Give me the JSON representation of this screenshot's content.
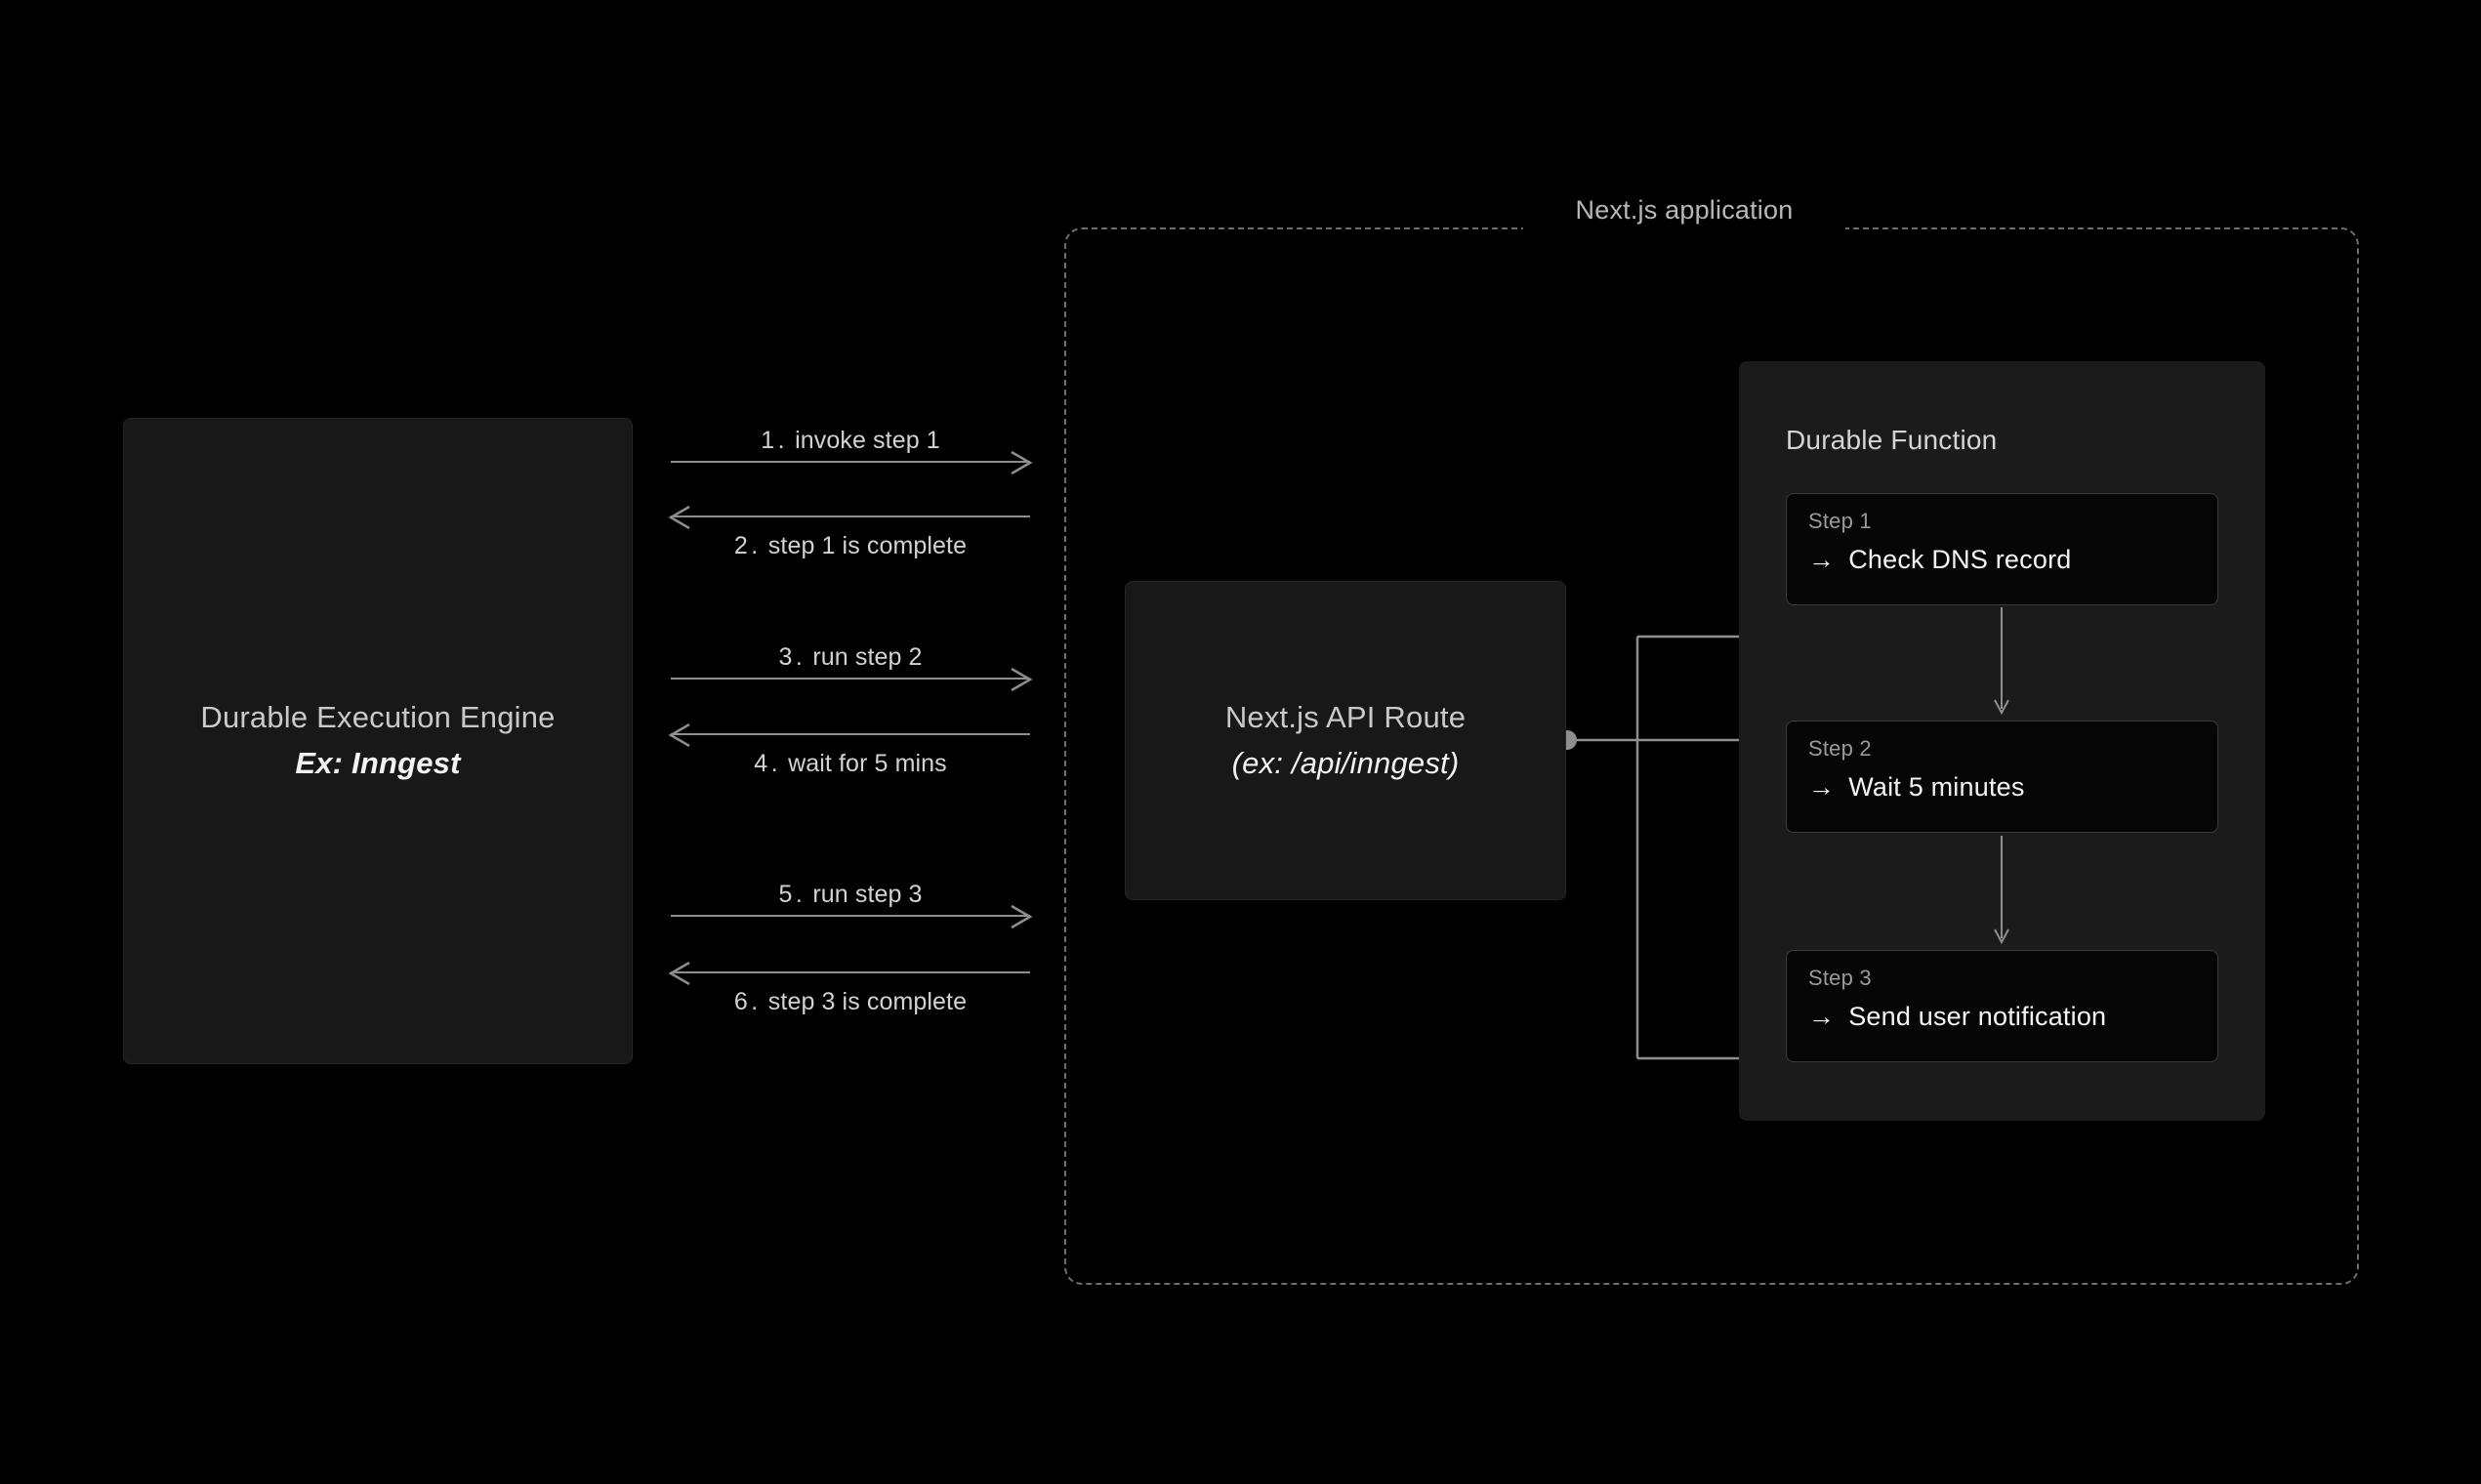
{
  "diagram": {
    "background_color": "#000000",
    "line_color": "#8e8e8e",
    "engine": {
      "title": "Durable Execution Engine",
      "subtitle": "Ex: Inngest"
    },
    "exchanges": [
      {
        "number": "1.",
        "label": "invoke step 1",
        "direction": "right"
      },
      {
        "number": "2.",
        "label": "step 1 is complete",
        "direction": "left"
      },
      {
        "number": "3.",
        "label": "run step 2",
        "direction": "right"
      },
      {
        "number": "4.",
        "label": "wait for 5 mins",
        "direction": "left"
      },
      {
        "number": "5.",
        "label": "run step 3",
        "direction": "right"
      },
      {
        "number": "6.",
        "label": "step 3 is complete",
        "direction": "left"
      }
    ],
    "application": {
      "title": "Next.js application",
      "api_route": {
        "title": "Next.js API Route",
        "subtitle": "(ex: /api/inngest)"
      },
      "durable_function": {
        "title": "Durable Function",
        "steps": [
          {
            "kicker": "Step 1",
            "arrow": "→",
            "label": "Check DNS record"
          },
          {
            "kicker": "Step 2",
            "arrow": "→",
            "label": "Wait 5 minutes"
          },
          {
            "kicker": "Step 3",
            "arrow": "→",
            "label": "Send user notification"
          }
        ]
      }
    }
  }
}
